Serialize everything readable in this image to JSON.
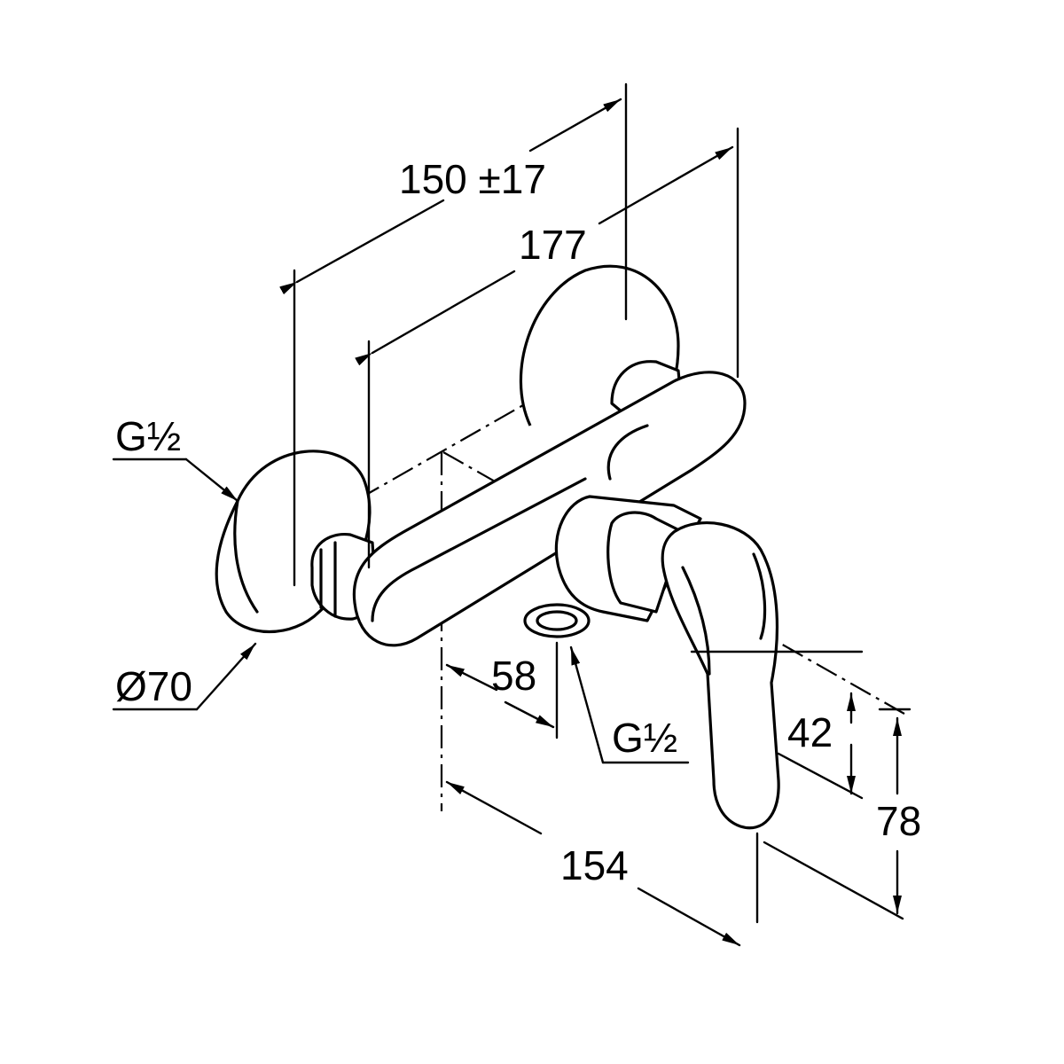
{
  "dimensions": {
    "center_distance": "150 ±17",
    "overall_width": "177",
    "outlet_offset": "58",
    "projection": "154",
    "lever_height": "42",
    "total_height": "78",
    "rosette_diameter": "Ø70",
    "inlet_thread": "G½",
    "outlet_thread": "G½"
  }
}
